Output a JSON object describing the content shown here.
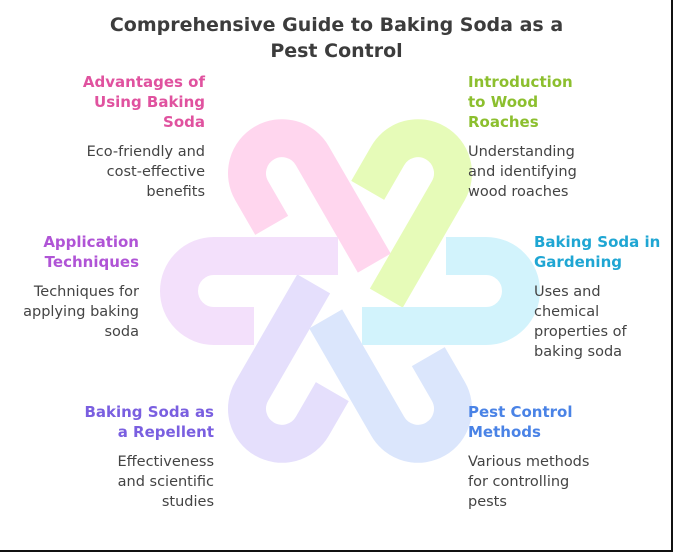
{
  "title": "Comprehensive Guide to Baking Soda as a Pest Control",
  "title_lines": [
    "Comprehensive Guide to Baking Soda as a",
    "Pest Control"
  ],
  "colors": {
    "pink": "#ffd6ee",
    "green": "#e6fbb8",
    "cyan": "#d2f3fc",
    "blue": "#dbe6fc",
    "lavender": "#e5dffc",
    "purple": "#f3e0fb",
    "title_text": "#3c3c3c",
    "body_text": "#444444"
  },
  "sections": {
    "advantages": {
      "title": "Advantages of Using Baking Soda",
      "title_lines": [
        "Advantages of",
        "Using Baking",
        "Soda"
      ],
      "desc_lines": [
        "Eco-friendly and",
        "cost-effective",
        "benefits"
      ],
      "color": "#e0529f"
    },
    "introduction": {
      "title": "Introduction to Wood Roaches",
      "title_lines": [
        "Introduction",
        "to Wood",
        "Roaches"
      ],
      "desc_lines": [
        "Understanding",
        "and identifying",
        "wood roaches"
      ],
      "color": "#8cbf2e"
    },
    "application": {
      "title": "Application Techniques",
      "title_lines": [
        "Application",
        "Techniques"
      ],
      "desc_lines": [
        "Techniques for",
        "applying baking",
        "soda"
      ],
      "color": "#b054d6"
    },
    "gardening": {
      "title": "Baking Soda in Gardening",
      "title_lines": [
        "Baking Soda in",
        "Gardening"
      ],
      "desc_lines": [
        "Uses and",
        "chemical",
        "properties of",
        "baking soda"
      ],
      "color": "#1fa6d3"
    },
    "repellent": {
      "title": "Baking Soda as a Repellent",
      "title_lines": [
        "Baking Soda as",
        "a Repellent"
      ],
      "desc_lines": [
        "Effectiveness",
        "and scientific",
        "studies"
      ],
      "color": "#7a5fe0"
    },
    "methods": {
      "title": "Pest Control Methods",
      "title_lines": [
        "Pest Control",
        "Methods"
      ],
      "desc_lines": [
        "Various methods",
        "for controlling",
        "pests"
      ],
      "color": "#4a83e6"
    }
  }
}
